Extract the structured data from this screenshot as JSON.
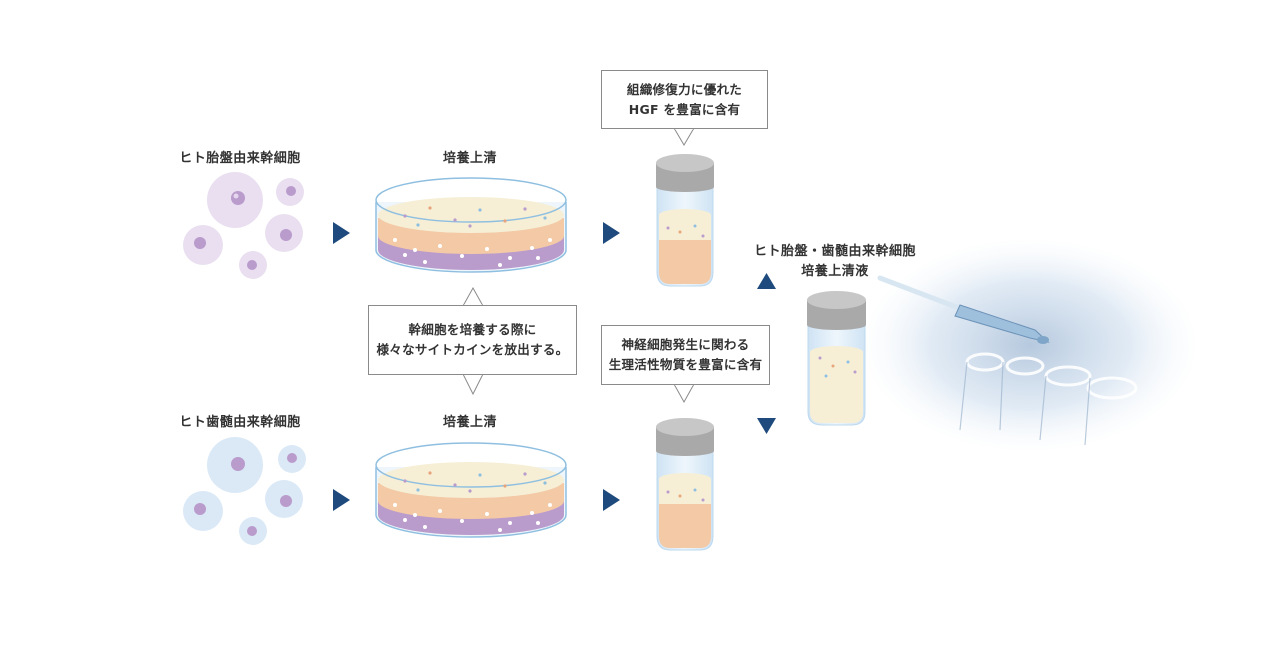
{
  "labels": {
    "placenta_cells": "ヒト胎盤由来幹細胞",
    "pulp_cells": "ヒト歯髄由来幹細胞",
    "supernatant_top": "培養上清",
    "supernatant_bottom": "培養上清",
    "combined_line1": "ヒト胎盤・歯髄由来幹細胞",
    "combined_line2": "培養上清液"
  },
  "callouts": {
    "hgf": [
      "組織修復力に優れた",
      "HGF を豊富に含有"
    ],
    "cytokine": [
      "幹細胞を培養する際に",
      "様々なサイトカインを放出する。"
    ],
    "neuro": [
      "神経細胞発生に関わる",
      "生理活性物質を豊富に含有"
    ]
  },
  "colors": {
    "arrow": "#1e4a7d",
    "placenta_cell": "#e9dff0",
    "pulp_cell": "#dbe9f7",
    "nucleus": "#b99bcc",
    "medium_cream": "#f6efd6",
    "medium_orange": "#f3c9a6",
    "medium_purple": "#b99bcc",
    "cap_gray": "#a9a9a9"
  }
}
